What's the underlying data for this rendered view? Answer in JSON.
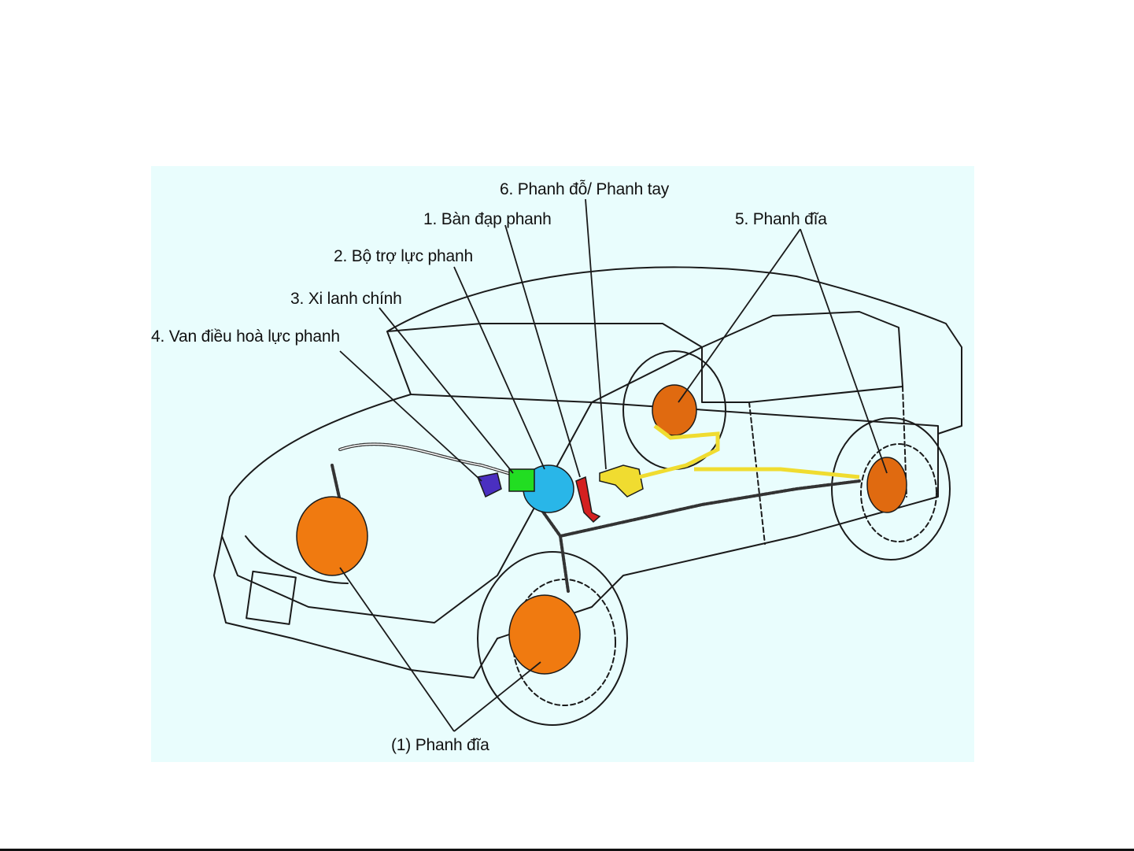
{
  "figure": {
    "labels": {
      "parking_brake": "6. Phanh đỗ/ Phanh tay",
      "brake_pedal": "1. Bàn đạp phanh",
      "brake_booster": "2. Bộ trợ lực phanh",
      "master_cylinder": "3. Xi lanh chính",
      "proportioning_valve": "4. Van điều hoà lực phanh",
      "rear_disc_brake": "5. Phanh đĩa",
      "front_disc_brake": "(1) Phanh đĩa"
    },
    "colors": {
      "background": "#e9fdfd",
      "disc_brake": "#f07a10",
      "booster": "#29b6e8",
      "master_cylinder": "#22dd22",
      "valve": "#4a2fc0",
      "pedal": "#d42020",
      "parking_brake_cable": "#f0dc30",
      "outline": "#1a1a1a"
    }
  }
}
